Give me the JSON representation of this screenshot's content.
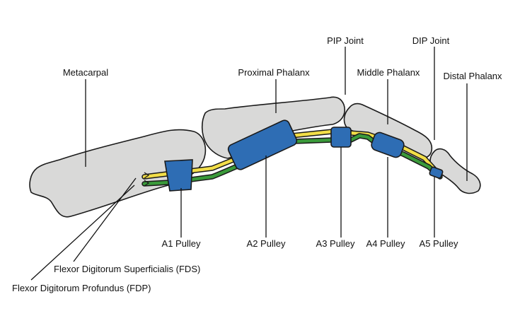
{
  "labels": {
    "metacarpal": "Metacarpal",
    "proximal_phalanx": "Proximal Phalanx",
    "pip_joint": "PIP Joint",
    "middle_phalanx": "Middle Phalanx",
    "dip_joint": "DIP Joint",
    "distal_phalanx": "Distal Phalanx",
    "a1_pulley": "A1 Pulley",
    "a2_pulley": "A2 Pulley",
    "a3_pulley": "A3 Pulley",
    "a4_pulley": "A4 Pulley",
    "a5_pulley": "A5 Pulley",
    "fds": "Flexor Digitorum Superficialis (FDS)",
    "fdp": "Flexor Digitorum Profundus (FDP)"
  },
  "colors": {
    "bone": "#d9d9d8",
    "pulley": "#2e6db4",
    "fds_tendon": "#f2de48",
    "fdp_tendon": "#3a9a3a",
    "outline": "#1a1a1a"
  }
}
